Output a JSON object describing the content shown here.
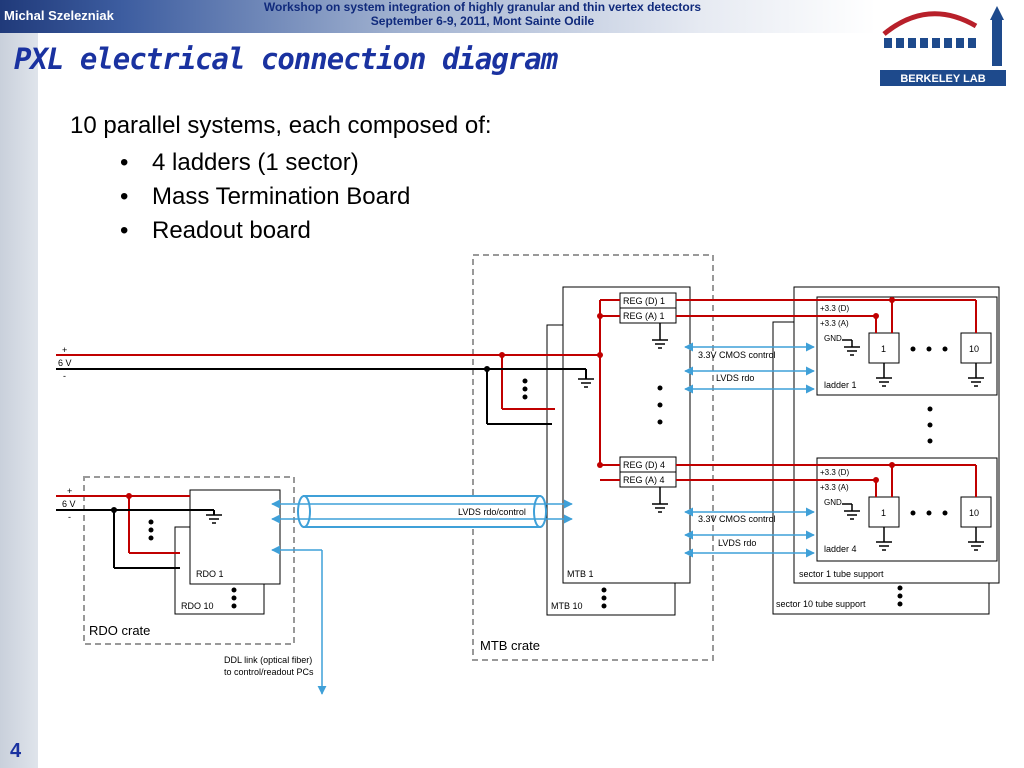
{
  "header": {
    "author": "Michal Szelezniak",
    "workshop_line1": "Workshop on system integration of highly granular and thin vertex detectors",
    "workshop_line2": "September 6-9, 2011, Mont Sainte Odile",
    "logo_text": "BERKELEY LAB"
  },
  "slide": {
    "title": "PXL electrical connection diagram",
    "intro": "10 parallel systems, each composed of:",
    "bullets": [
      "4 ladders (1 sector)",
      "Mass Termination Board",
      "Readout board"
    ],
    "page_number": "4"
  },
  "diagram": {
    "power_plus": "+",
    "power_voltage": "6 V",
    "power_minus": "-",
    "reg_d1": "REG (D) 1",
    "reg_a1": "REG (A) 1",
    "reg_d4": "REG (D) 4",
    "reg_a4": "REG (A) 4",
    "cmos_control": "3.3V CMOS control",
    "lvds_rdo": "LVDS rdo",
    "lvds_rdo_control": "LVDS rdo/control",
    "plus33d": "+3.3 (D)",
    "plus33a": "+3.3 (A)",
    "gnd": "GND",
    "ladder_first": "1",
    "ladder_last": "10",
    "ladder1": "ladder 1",
    "ladder4": "ladder 4",
    "sector1_support": "sector 1 tube support",
    "sector10_support": "sector 10 tube support",
    "mtb1": "MTB 1",
    "mtb10": "MTB 10",
    "mtb_crate": "MTB crate",
    "rdo1": "RDO 1",
    "rdo10": "RDO 10",
    "rdo_crate": "RDO crate",
    "ddl_line1": "DDL link (optical fiber)",
    "ddl_line2": "to control/readout PCs"
  },
  "colors": {
    "title_blue": "#1a32a0",
    "header_blue": "#102a7c",
    "power_red": "#c00000",
    "signal_blue": "#3fa0d8",
    "crate_border": "#999999"
  }
}
